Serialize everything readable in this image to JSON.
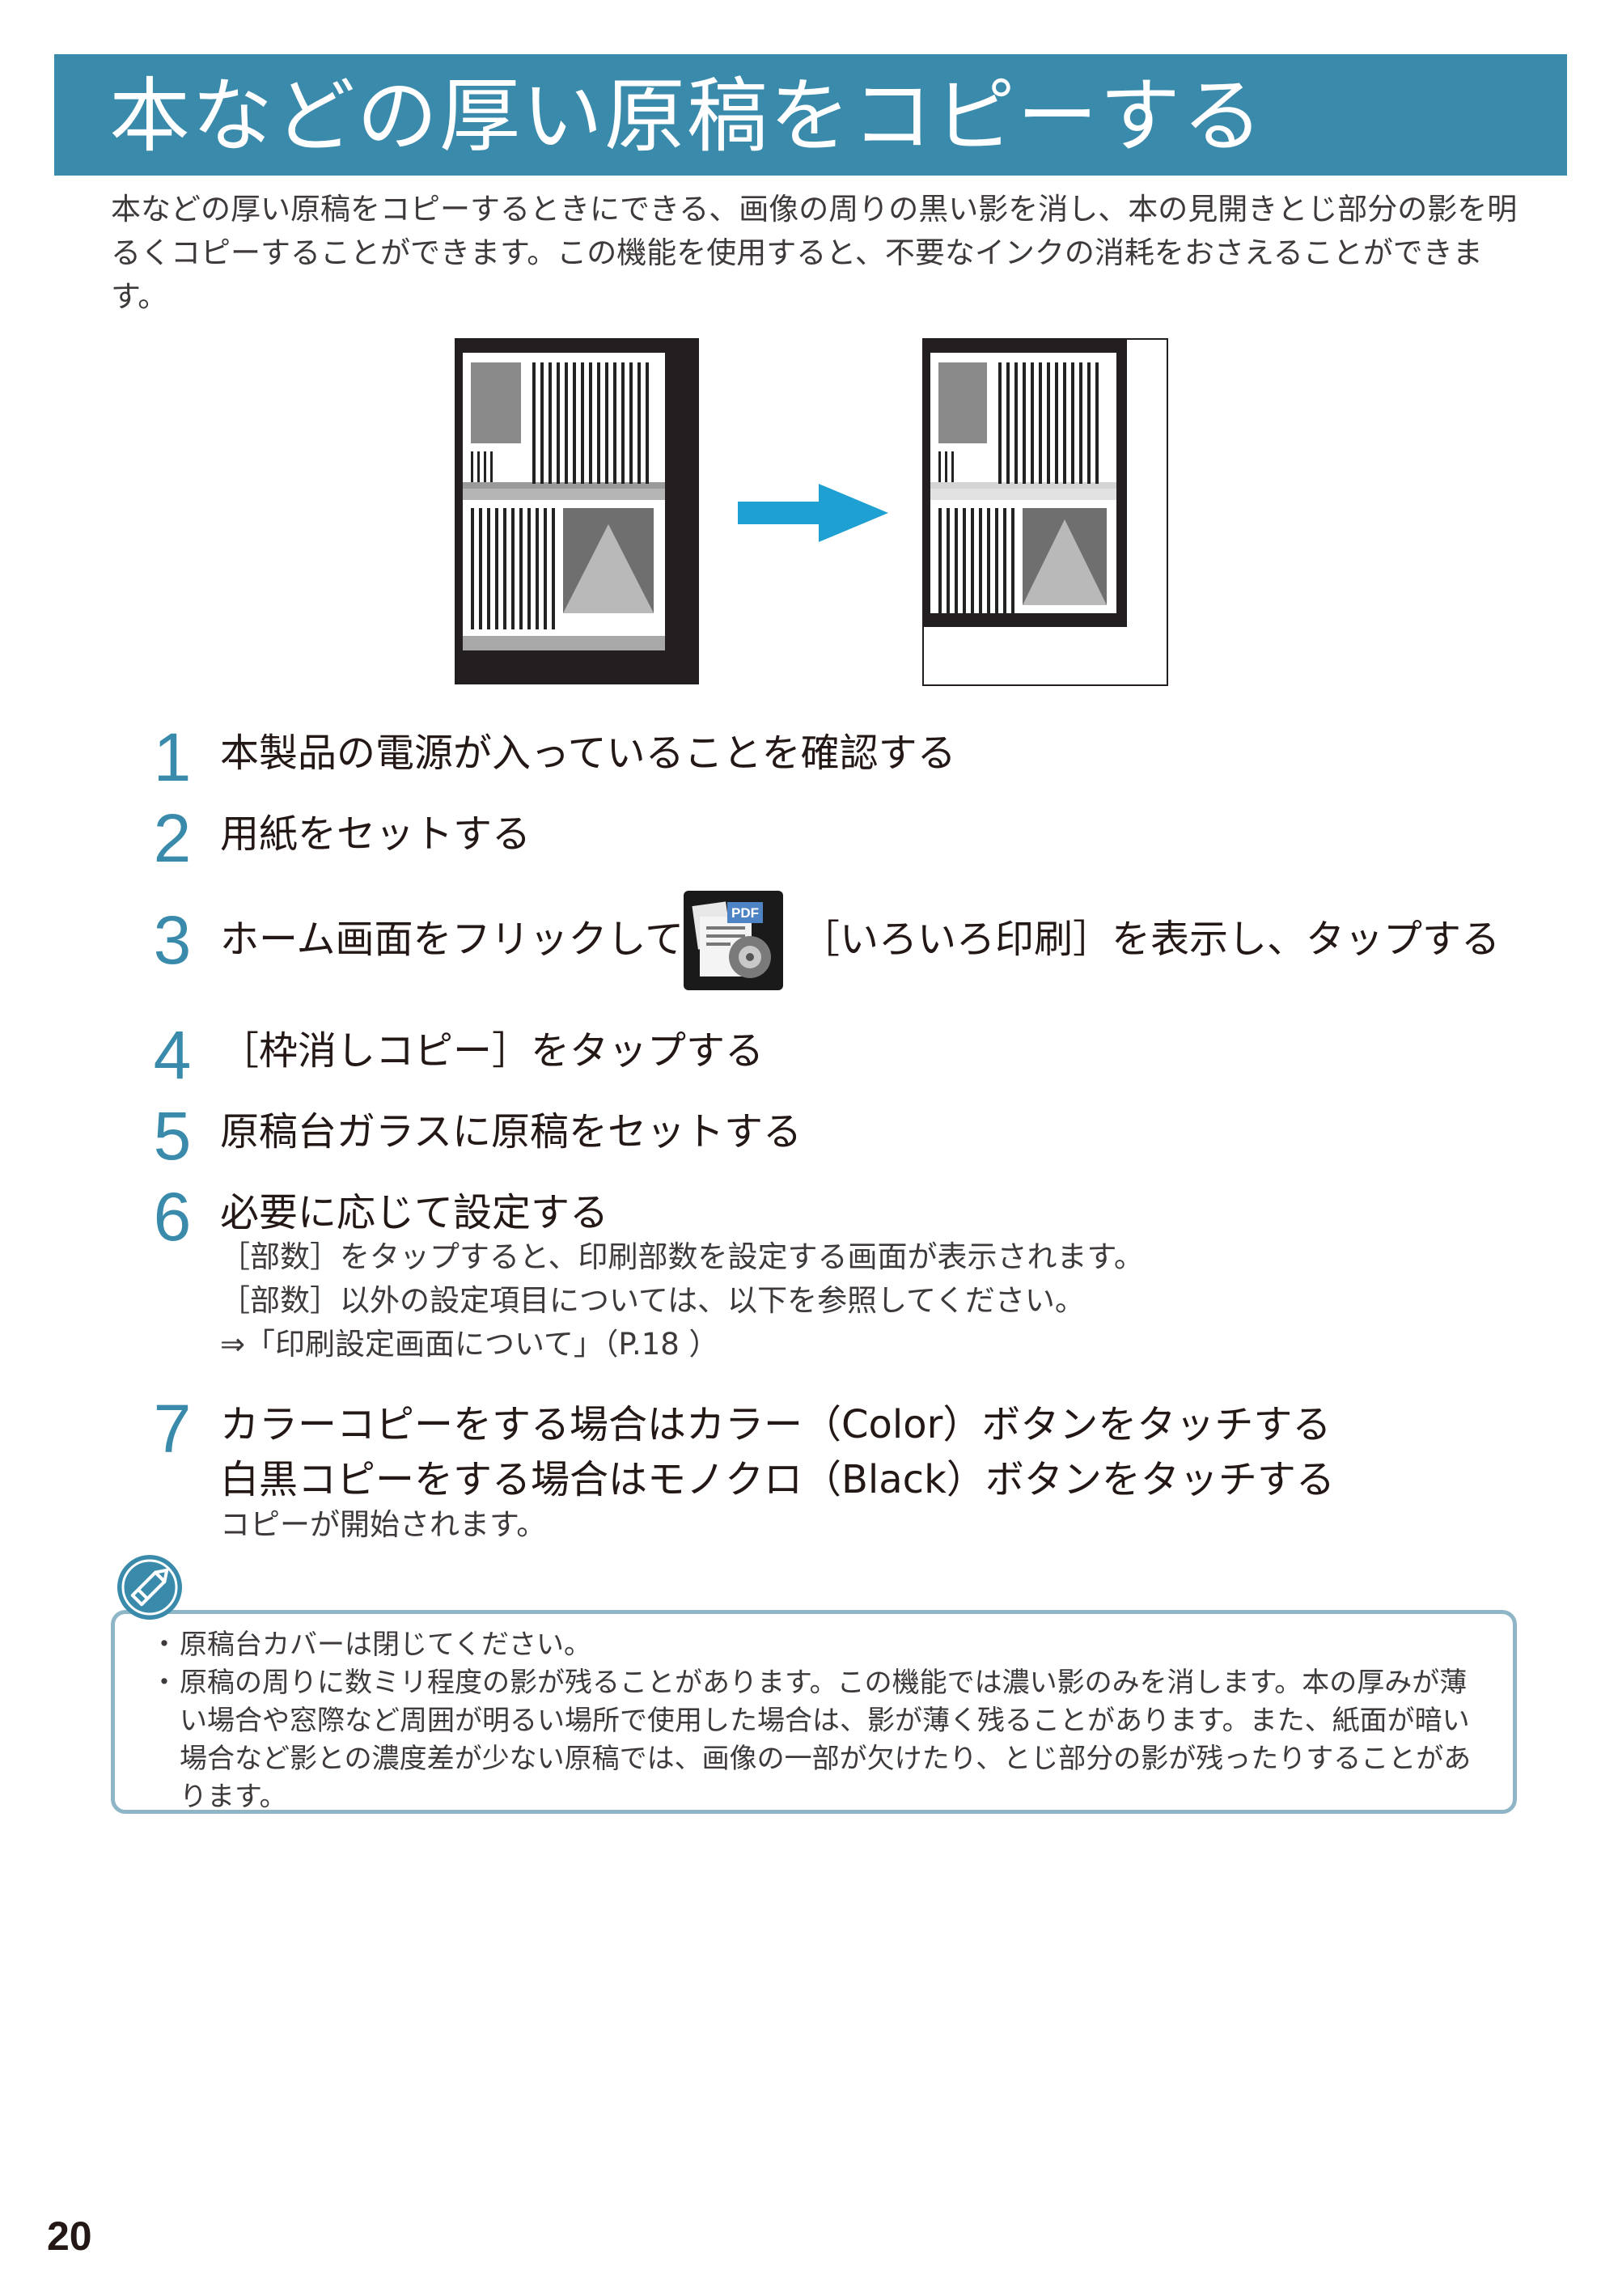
{
  "header": {
    "title": "本などの厚い原稿をコピーする"
  },
  "intro": "本などの厚い原稿をコピーするときにできる、画像の周りの黒い影を消し、本の見開きとじ部分の影を明るくコピーすることができます。この機能を使用すると、不要なインクの消耗をおさえることができます。",
  "steps": [
    {
      "num": "1",
      "text": "本製品の電源が入っていることを確認する"
    },
    {
      "num": "2",
      "text": "用紙をセットする"
    },
    {
      "num": "3",
      "text_before": "ホーム画面をフリックして",
      "text_after": "［いろいろ印刷］を表示し、タップする"
    },
    {
      "num": "4",
      "text": "［枠消しコピー］をタップする"
    },
    {
      "num": "5",
      "text": "原稿台ガラスに原稿をセットする"
    },
    {
      "num": "6",
      "text": "必要に応じて設定する",
      "sub": [
        "［部数］をタップすると、印刷部数を設定する画面が表示されます。",
        "［部数］以外の設定項目については、以下を参照してください。",
        "⇒「印刷設定画面について」（P.18 ）"
      ]
    },
    {
      "num": "7",
      "lines": [
        "カラーコピーをする場合はカラー（Color）ボタンをタッチする",
        "白黒コピーをする場合はモノクロ（Black）ボタンをタッチする"
      ],
      "sub": [
        "コピーが開始されます。"
      ]
    }
  ],
  "app_icon": {
    "name": "pdf-print-app-icon",
    "badge": "PDF"
  },
  "notes": [
    "原稿台カバーは閉じてください。",
    "原稿の周りに数ミリ程度の影が残ることがあります。この機能では濃い影のみを消します。本の厚みが薄い場合や窓際など周囲が明るい場所で使用した場合は、影が薄く残ることがあります。また、紙面が暗い場合など影との濃度差が少ない原稿では、画像の一部が欠けたり、とじ部分の影が残ったりすることがあります。"
  ],
  "note_bullet": "・",
  "page_number": "20",
  "colors": {
    "accent": "#3a8bab",
    "arrow": "#1ea0d2",
    "note_border": "#8fb6c6"
  }
}
